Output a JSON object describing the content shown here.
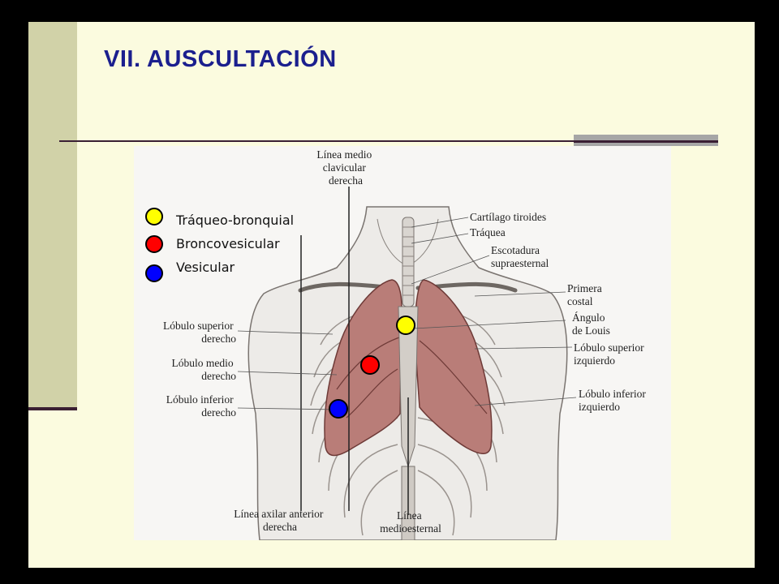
{
  "slide": {
    "title": "VII.  AUSCULTACIÓN"
  },
  "legend": [
    {
      "label": "Tráqueo-bronquial",
      "color": "#FFFF00"
    },
    {
      "label": "Broncovesicular",
      "color": "#FF0000"
    },
    {
      "label": "Vesicular",
      "color": "#0000FF"
    }
  ],
  "figure": {
    "labels": {
      "linea_mediclavicular": [
        "Línea medio",
        "clavicular",
        "derecha"
      ],
      "cartilago_tiroides": "Cartílago tiroides",
      "traquea": "Tráquea",
      "escotadura": [
        "Escotadura",
        "supraesternal"
      ],
      "primera_costal": [
        "Primera",
        "costal"
      ],
      "angulo_louis": [
        "Ángulo",
        "de Louis"
      ],
      "lobulo_sup_izq": [
        "Lóbulo superior",
        "izquierdo"
      ],
      "lobulo_inf_izq": [
        "Lóbulo inferior",
        "izquierdo"
      ],
      "lobulo_sup_der": [
        "Lóbulo superior",
        "derecho"
      ],
      "lobulo_medio_der": [
        "Lóbulo medio",
        "derecho"
      ],
      "lobulo_inf_der": [
        "Lóbulo inferior",
        "derecho"
      ],
      "linea_axilar": [
        "Línea axilar anterior",
        "derecha"
      ],
      "linea_medioesternal": [
        "Línea",
        "medioesternal"
      ]
    }
  },
  "markers": {
    "yellow": "#FFFF00",
    "red": "#FF0000",
    "blue": "#0000FF"
  }
}
